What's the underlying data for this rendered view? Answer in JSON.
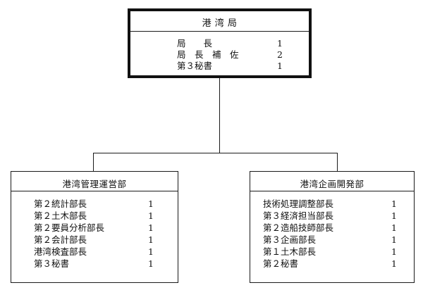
{
  "top": {
    "title": "港 湾 局",
    "rows": [
      {
        "label": "局　　長",
        "count": "1"
      },
      {
        "label": "局　長　補　佐",
        "count": "2"
      },
      {
        "label": "第３秘書",
        "count": "1"
      }
    ]
  },
  "left": {
    "title": "港湾管理運営部",
    "rows": [
      {
        "label": "第２統計部長",
        "count": "1"
      },
      {
        "label": "第２土木部長",
        "count": "1"
      },
      {
        "label": "第２要員分析部長",
        "count": "1"
      },
      {
        "label": "第２会計部長",
        "count": "1"
      },
      {
        "label": "港湾検査部長",
        "count": "1"
      },
      {
        "label": "第３秘書",
        "count": "1"
      }
    ]
  },
  "right": {
    "title": "港湾企画開発部",
    "rows": [
      {
        "label": "技術処理調整部長",
        "count": "1"
      },
      {
        "label": "第３経済担当部長",
        "count": "1"
      },
      {
        "label": "第２造船技師部長",
        "count": "1"
      },
      {
        "label": "第３企画部長",
        "count": "1"
      },
      {
        "label": "第１土木部長",
        "count": "1"
      },
      {
        "label": "第２秘書",
        "count": "1"
      }
    ]
  }
}
